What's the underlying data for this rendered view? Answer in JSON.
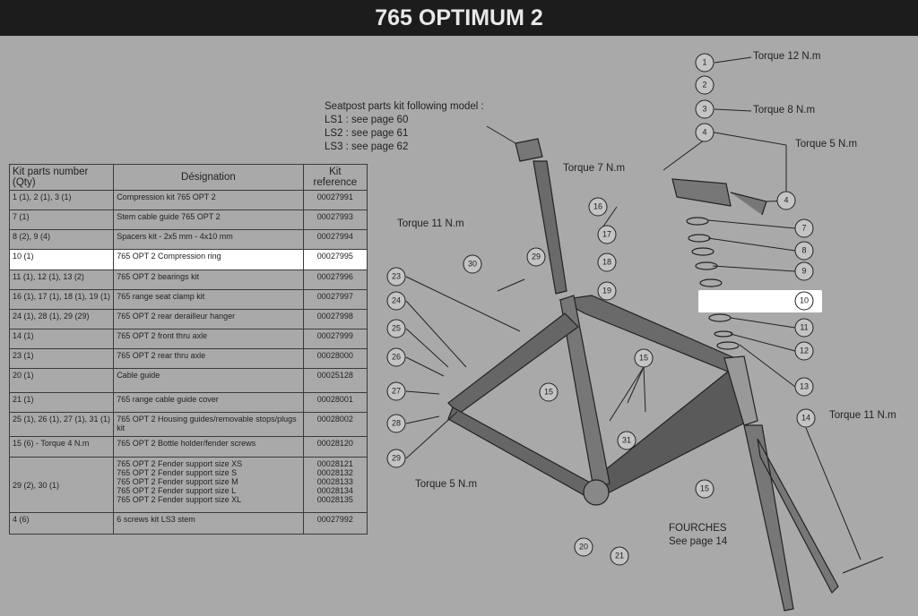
{
  "title": "765 OPTIMUM 2",
  "table": {
    "headers": [
      "Kit parts number (Qty)",
      "Désignation",
      "Kit reference"
    ],
    "rows": [
      [
        "1 (1), 2 (1), 3 (1)",
        "Compression kit 765 OPT 2",
        "00027991"
      ],
      [
        "7 (1)",
        "Stem cable guide 765 OPT 2",
        "00027993"
      ],
      [
        "8 (2), 9 (4)",
        "Spacers kit - 2x5 mm - 4x10 mm",
        "00027994"
      ],
      [
        "10 (1)",
        "765 OPT 2 Compression ring",
        "00027995"
      ],
      [
        "11 (1), 12 (1), 13 (2)",
        "765 OPT 2 bearings kit",
        "00027996"
      ],
      [
        "16 (1), 17 (1), 18 (1), 19 (1)",
        "765 range seat clamp kit",
        "00027997"
      ],
      [
        "24 (1), 28 (1), 29 (29)",
        "765 OPT 2 rear derailleur hanger",
        "00027998"
      ],
      [
        "14 (1)",
        "765 OPT 2 front thru axle",
        "00027999"
      ],
      [
        "23 (1)",
        "765 OPT 2 rear thru axle",
        "00028000"
      ],
      [
        "20 (1)",
        "Cable guide",
        "00025128"
      ],
      [
        "21 (1)",
        "765 range cable guide cover",
        "00028001"
      ],
      [
        "25 (1), 26 (1), 27 (1), 31 (1)",
        "765 OPT 2 Housing guides/removable stops/plugs kit",
        "00028002"
      ],
      [
        "15 (6) - Torque 4 N.m",
        "765 OPT 2 Bottle holder/fender screws",
        "00028120"
      ],
      [
        "29 (2), 30 (1)",
        "765 OPT 2 Fender support size XS\n765 OPT 2 Fender support size S\n765 OPT 2 Fender support size M\n765 OPT 2 Fender support size L\n765 OPT 2 Fender support size XL",
        "00028121\n00028132\n00028133\n00028134\n00028135"
      ],
      [
        "4 (6)",
        "6 screws kit LS3 stem",
        "00027992"
      ]
    ]
  },
  "labels": {
    "torque12": "Torque 12 N.m",
    "torque8": "Torque 8 N.m",
    "torque5a": "Torque 5 N.m",
    "torque7": "Torque 7 N.m",
    "torque11a": "Torque 11 N.m",
    "torque11b": "Torque 11 N.m",
    "torque5b": "Torque 5 N.m",
    "seatpost": [
      "Seatpost parts kit following model :",
      "LS1 : see page 60",
      "LS2 : see page 61",
      "LS3 : see page 62"
    ],
    "fork": [
      "FOURCHES",
      "See page 14"
    ]
  },
  "callouts": [
    "1",
    "2",
    "3",
    "4",
    "4",
    "7",
    "8",
    "9",
    "10",
    "11",
    "12",
    "13",
    "14",
    "15",
    "15",
    "15",
    "16",
    "17",
    "18",
    "19",
    "20",
    "21",
    "23",
    "24",
    "25",
    "26",
    "27",
    "28",
    "29",
    "29",
    "30",
    "31"
  ]
}
